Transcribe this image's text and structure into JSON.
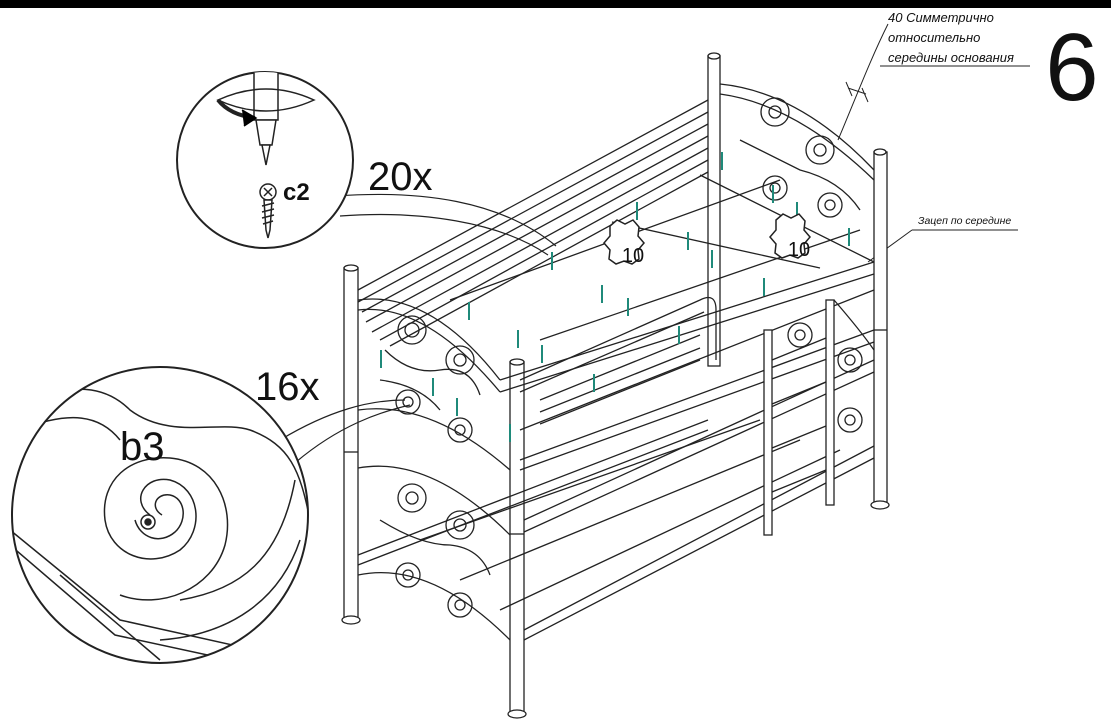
{
  "step_number": "6",
  "note_top": {
    "line1": "40 Симметрично",
    "line2": "относительно",
    "line3": "середины основания"
  },
  "note_center": "Зацеп по середине",
  "callout_screw": {
    "quantity": "20x",
    "part_code": "c2",
    "icon": "screwdriver-rotate-icon"
  },
  "callout_bolt": {
    "quantity": "16x",
    "part_code": "b3"
  },
  "badges": [
    "10",
    "10"
  ],
  "colors": {
    "top_bar": "#000000",
    "line": "#222222",
    "screw": "#1f8a7a"
  }
}
